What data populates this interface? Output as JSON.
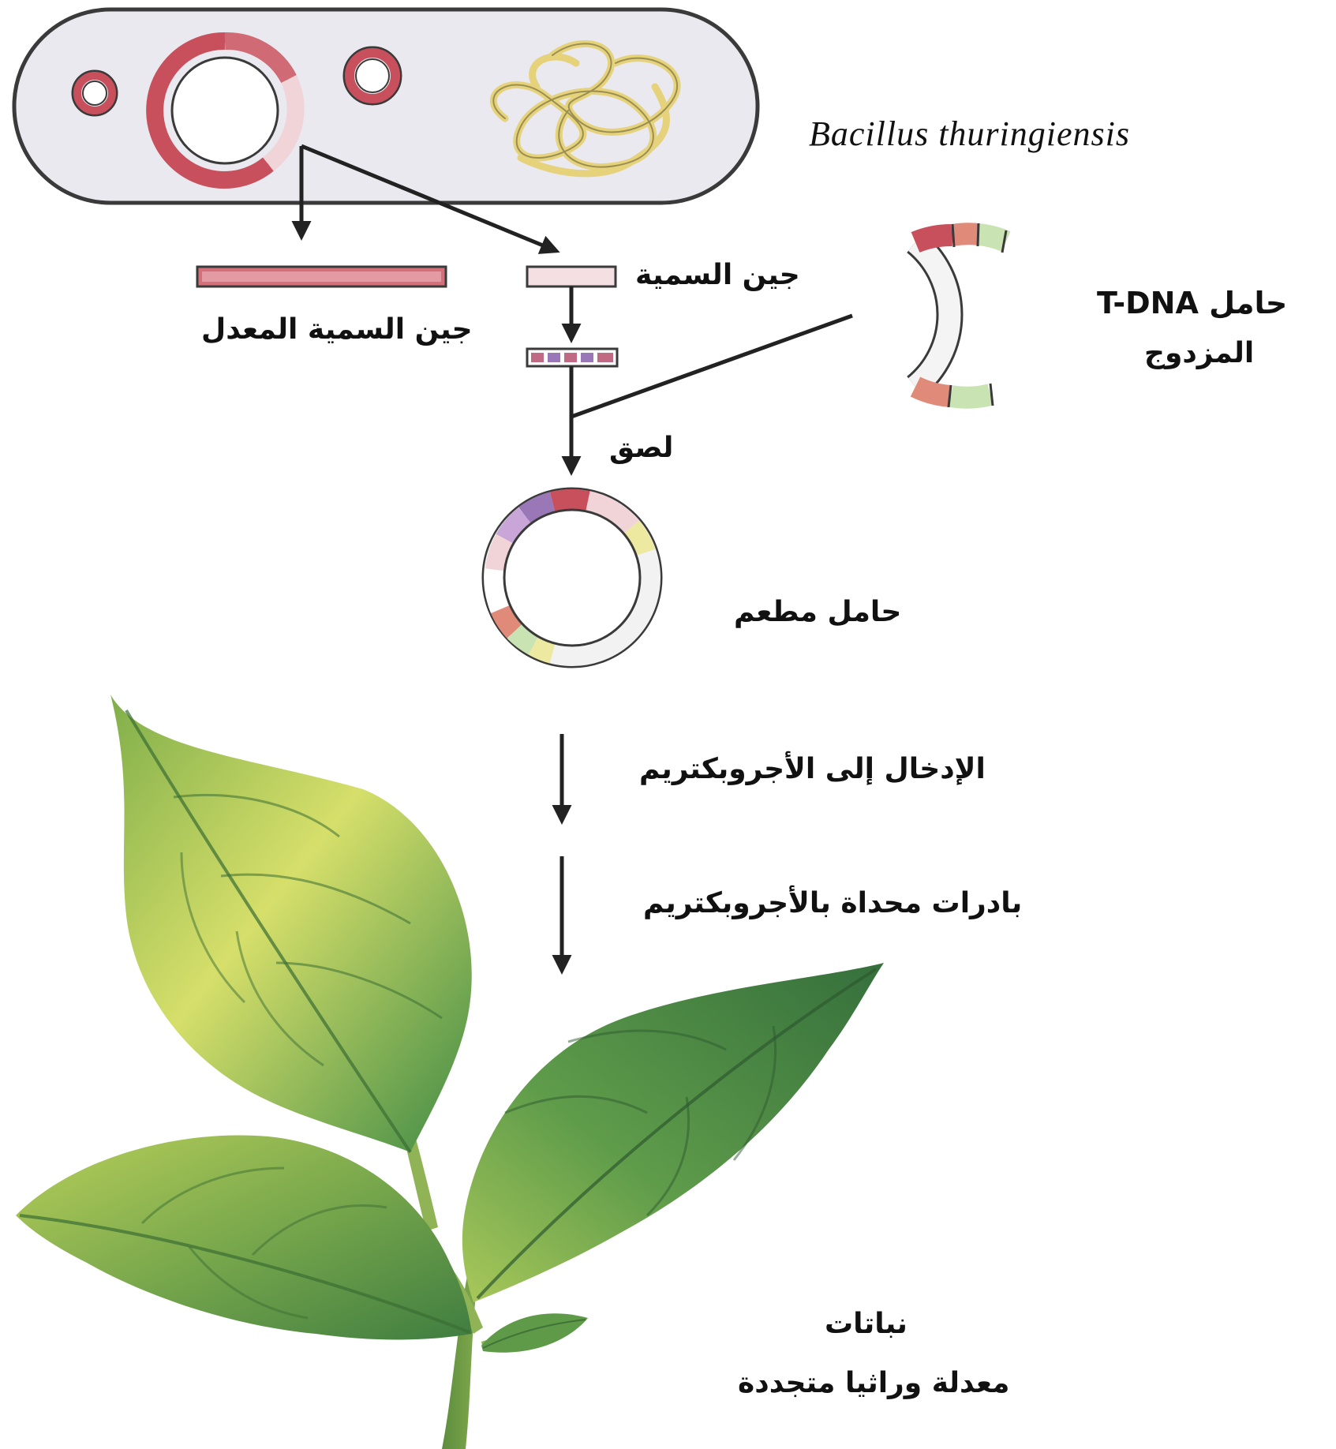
{
  "organism": "Bacillus thuringiensis",
  "labels": {
    "toxin_gene": "جين السمية",
    "modified_toxin_gene": "جين السمية المعدل",
    "binary_vector_line1": "حامل T-DNA",
    "binary_vector_line2": "المزدوج",
    "ligation": "لصق",
    "recombinant_vector": "حامل مطعم",
    "introduce_agrobacterium": "الإدخال إلى الأجروبكتريم",
    "seedlings_infected": "بادرات محداة بالأجروبكتريم",
    "plants": "نباتات",
    "regenerated": "معدلة وراثيا متجددة"
  },
  "colors": {
    "outline": "#3a3a3a",
    "cell_fill": "#e9e9ef",
    "plasmid_red": "#c8505c",
    "plasmid_pink": "#f1c9cf",
    "chromosome": "#e6d27a",
    "segment_purple": "#9a78b8",
    "segment_green": "#c9e3b2",
    "segment_yellow": "#eee9a0",
    "leaf_dark": "#2f6e3a",
    "leaf_light": "#d7e06a"
  }
}
